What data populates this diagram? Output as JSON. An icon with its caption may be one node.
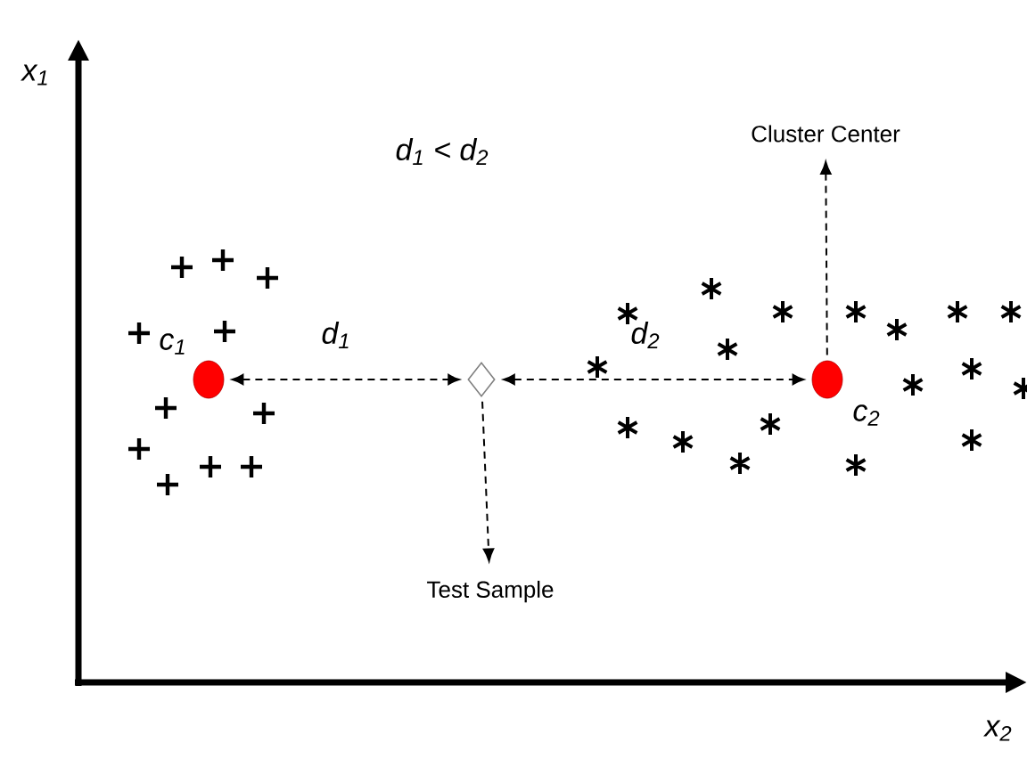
{
  "diagram": {
    "nodes": [
      {
        "text": [],
        "shape": "circle",
        "beside": [
          "c$_{1}$"
        ]
      },
      {
        "text": [],
        "shape": "diamond"
      },
      {
        "text": [],
        "shape": "circle",
        "beside": [
          "c$_{2}$"
        ]
      },
      {
        "text": [
          "Test Sample"
        ]
      },
      {
        "text": [
          "Cluster Center"
        ]
      }
    ],
    "edges": [
      {
        "from": 0,
        "to": 1,
        "arrow": "both",
        "style": "dashed",
        "label": "d$_{1}$"
      },
      {
        "from": 1,
        "to": 2,
        "arrow": "both",
        "style": "dashed",
        "label": "d$_{2}$"
      },
      {
        "from": 1,
        "to": 3,
        "arrow": "to",
        "style": "dashed"
      },
      {
        "from": 2,
        "to": 4,
        "arrow": "to",
        "style": "dashed"
      }
    ],
    "labels": [
      "x$_{1}$",
      "d$_{1}$ < d$_{2}$",
      "x$_{2}$"
    ]
  }
}
